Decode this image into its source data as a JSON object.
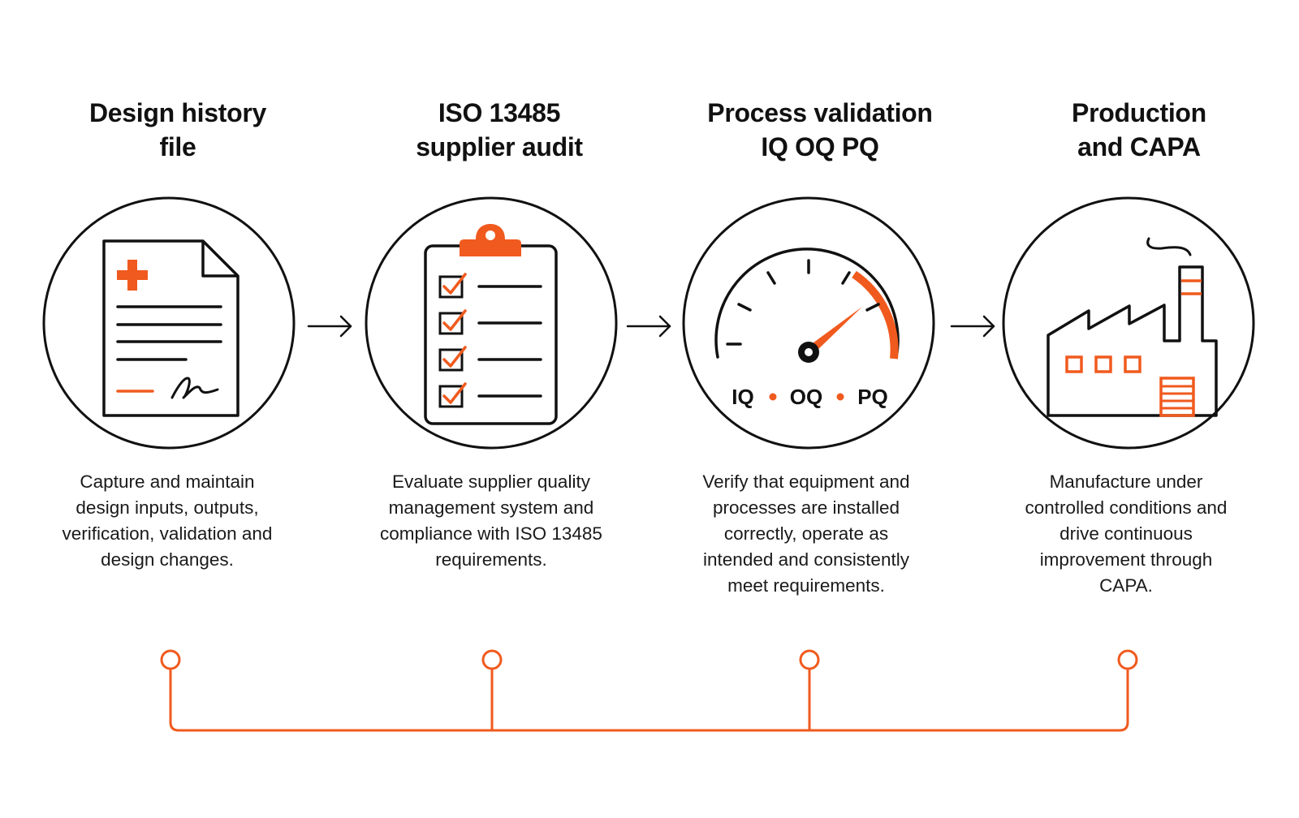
{
  "steps": [
    {
      "title": "Design history\nfile",
      "description": "Capture and maintain design inputs, outputs, verification, validation and design changes.",
      "icon": "medical-document-icon"
    },
    {
      "title": "ISO 13485\nsupplier audit",
      "description": "Evaluate supplier quality management system and compliance with ISO 13485 requirements.",
      "icon": "checklist-clipboard-icon"
    },
    {
      "title": "Process validation\nIQ OQ PQ",
      "description": "Verify that equipment and processes are installed correctly, operate as intended and consistently meet requirements.",
      "icon": "gauge-icon"
    },
    {
      "title": "Production\nand CAPA",
      "description": "Manufacture under controlled conditions and drive continuous improvement through CAPA.",
      "icon": "factory-icon"
    }
  ],
  "gauge_labels": [
    "IQ",
    "OQ",
    "PQ"
  ],
  "colors": {
    "accent": "#f05a1e",
    "line": "#111111",
    "background": "#ffffff"
  }
}
